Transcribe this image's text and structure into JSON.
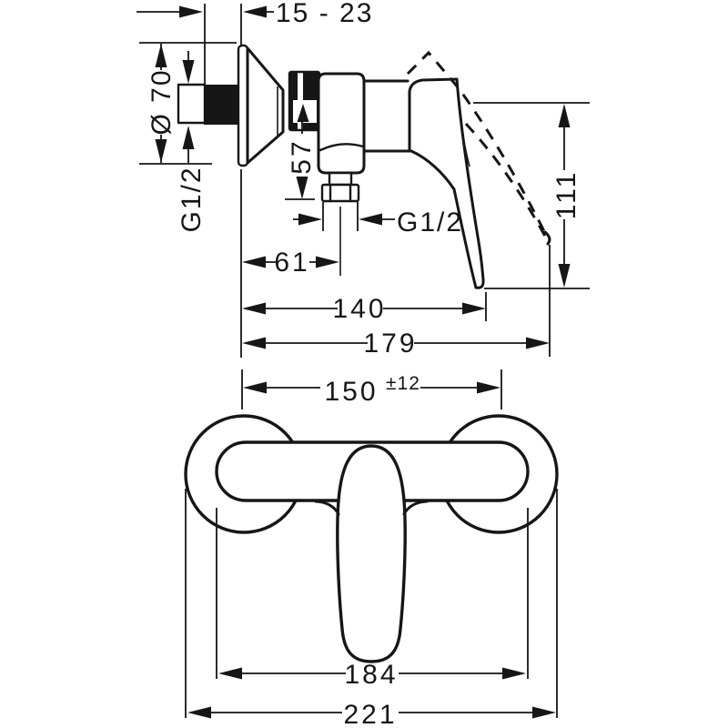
{
  "drawing": {
    "kind": "technical dimension drawing of a single-lever exposed shower mixer",
    "colors": {
      "ink": "#161616",
      "background": "#ffffff"
    },
    "side_view": {
      "wall_distance": "15 - 23",
      "escutcheon_diameter": "Ø 70",
      "inlet_thread": "G1/2",
      "outlet_height": "57",
      "outlet_thread": "G1/2",
      "outlet_center_offset": "61",
      "depth_to_lever": "140",
      "total_depth": "179",
      "lever_drop_height": "111"
    },
    "front_view": {
      "hole_distance": "150",
      "hole_distance_tolerance": "±12",
      "body_width": "184",
      "overall_width": "221"
    }
  }
}
